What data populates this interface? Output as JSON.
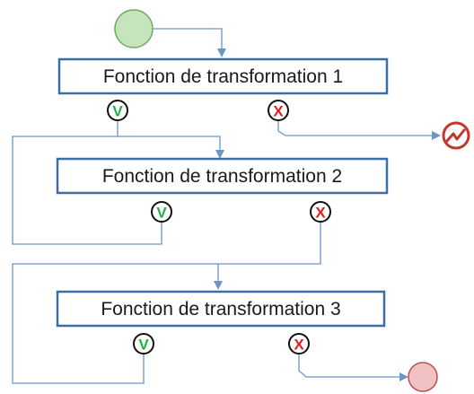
{
  "boxes": [
    {
      "label": "Fonction de transformation 1"
    },
    {
      "label": "Fonction de transformation 2"
    },
    {
      "label": "Fonction de transformation 3"
    }
  ],
  "ports": {
    "success_glyph": "V",
    "failure_glyph": "X"
  },
  "colors": {
    "start_fill": "#c6e5bd",
    "start_stroke": "#6eab5f",
    "success_glyph": "#21b24a",
    "failure_glyph": "#e0201c",
    "end_fill": "#f2c1c3",
    "end_stroke": "#c0504d",
    "error_stroke": "#c0392b",
    "box_border": "#3a6ea5",
    "connector": "#6a96c8"
  },
  "icons": {
    "start": "start-circle",
    "error_exit": "error-lightning-icon",
    "end": "end-circle"
  }
}
